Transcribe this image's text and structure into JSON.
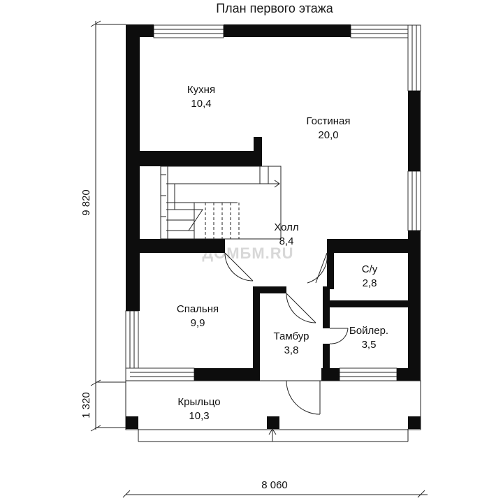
{
  "title": "План первого этажа",
  "watermark": "ДОМБМ.RU",
  "rooms": {
    "kitchen": {
      "name": "Кухня",
      "area": "10,4"
    },
    "living": {
      "name": "Гостиная",
      "area": "20,0"
    },
    "hall": {
      "name": "Холл",
      "area": "8,4"
    },
    "wc": {
      "name": "С/у",
      "area": "2,8"
    },
    "bedroom": {
      "name": "Спальня",
      "area": "9,9"
    },
    "vestibule": {
      "name": "Тамбур",
      "area": "3,8"
    },
    "boiler": {
      "name": "Бойлер.",
      "area": "3,5"
    },
    "porch": {
      "name": "Крыльцо",
      "area": "10,3"
    }
  },
  "dimensions": {
    "height_main": "9 820",
    "height_porch": "1 320",
    "width": "8 060"
  }
}
